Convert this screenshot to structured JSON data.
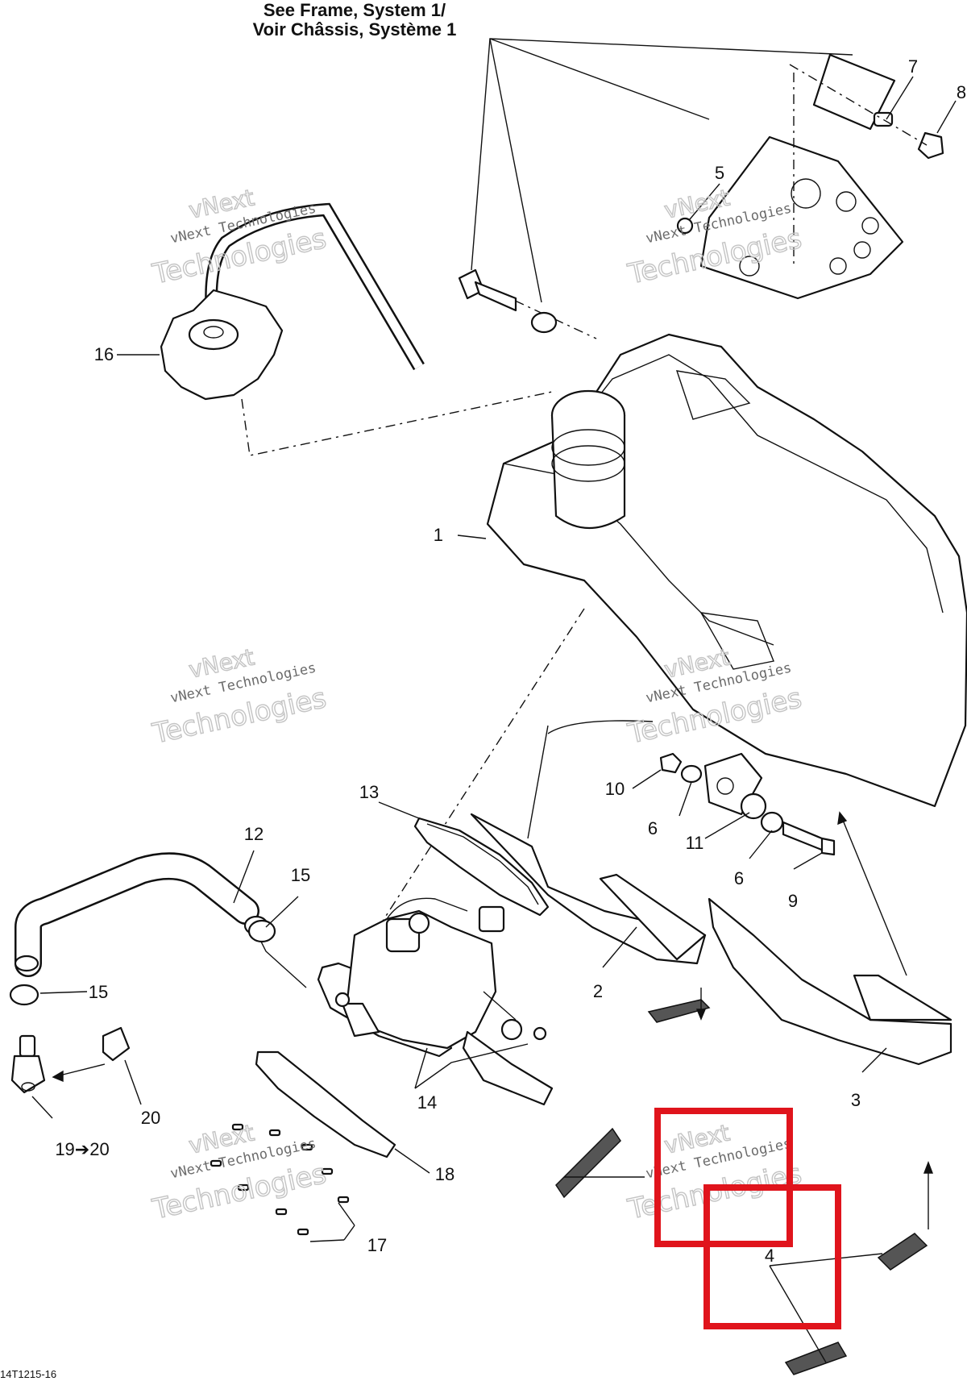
{
  "header": {
    "line1": "See Frame, System 1/",
    "line2": "Voir Châssis, Système 1"
  },
  "callouts": {
    "c1": "1",
    "c2": "2",
    "c3": "3",
    "c4": "4",
    "c5": "5",
    "c6a": "6",
    "c6b": "6",
    "c7": "7",
    "c8": "8",
    "c9": "9",
    "c10": "10",
    "c11": "11",
    "c12": "12",
    "c13": "13",
    "c14": "14",
    "c15a": "15",
    "c15b": "15",
    "c16": "16",
    "c17": "17",
    "c18": "18",
    "c19_20": "19➔20",
    "c20": "20"
  },
  "watermark": {
    "line_a": "vNext Technologies",
    "line_b": "Technologies",
    "line_c": "vNext"
  },
  "footer": {
    "code": "14T1215-16"
  },
  "colors": {
    "highlight": "#e0141c",
    "line": "#111111"
  }
}
